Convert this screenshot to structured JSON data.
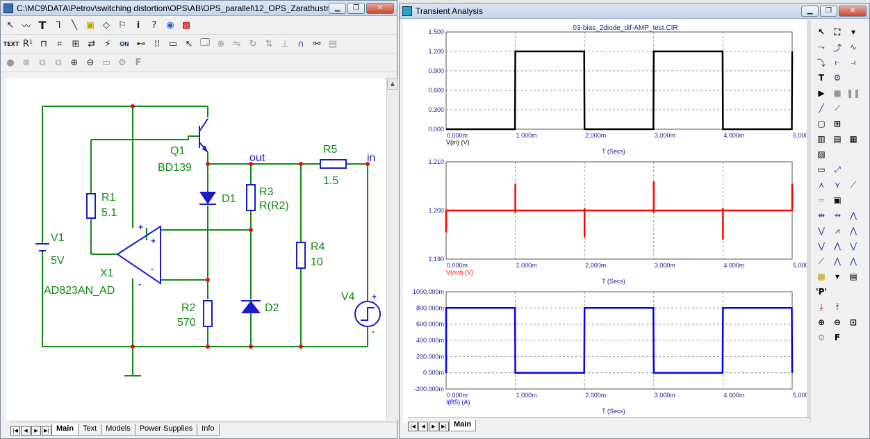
{
  "schematic_window": {
    "title": "C:\\MC9\\DATA\\Petrov\\switching distortion\\OPS\\AB\\OPS_parallel\\12_OPS_Zarathustr...",
    "tabs": [
      "Main",
      "Text",
      "Models",
      "Power Supplies",
      "Info"
    ],
    "toolbar1_text": "TEXT",
    "toolbar1_on": "ON",
    "toolbar1_f": "F",
    "components": {
      "v1_name": "V1",
      "v1_value": "5V",
      "r1_name": "R1",
      "r1_value": "5.1",
      "x1_name": "X1",
      "x1_value": "AD823AN_AD",
      "q1_name": "Q1",
      "q1_value": "BD139",
      "d1_name": "D1",
      "d2_name": "D2",
      "r3_name": "R3",
      "r3_value": "R(R2)",
      "r2_name": "R2",
      "r2_value": "570",
      "r4_name": "R4",
      "r4_value": "10",
      "r5_name": "R5",
      "r5_value": "1.5",
      "v4_name": "V4",
      "node_out": "out",
      "node_in": "in",
      "plus": "+",
      "minus": "-"
    }
  },
  "analysis_window": {
    "title": "Transient Analysis",
    "tab": "Main",
    "plot_title": "03-bias_2diode_dif-AMP_test.CIR",
    "right_tool_p": "'P'",
    "right_tool_t": "T",
    "right_tool_f": "F",
    "colors": {
      "vin": "#000000",
      "vout": "#ff0000",
      "ir5": "#0000ff",
      "label": "#1a1a8c"
    }
  },
  "chart_data": [
    {
      "type": "line",
      "x_ticks": [
        "0.000m",
        "1.000m",
        "2.000m",
        "3.000m",
        "4.000m",
        "5.000m"
      ],
      "y_ticks": [
        "0.000",
        "0.300",
        "0.600",
        "0.900",
        "1.200",
        "1.500"
      ],
      "ylim": [
        0,
        1.5
      ],
      "xlim": [
        0,
        5
      ],
      "xlabel": "T (Secs)",
      "ylabel": "V(in) (V)",
      "series": [
        {
          "name": "V(in) (V)",
          "color": "#000000",
          "x": [
            0,
            0.995,
            1.0,
            1.995,
            2.0,
            2.995,
            3.0,
            3.995,
            4.0,
            4.995,
            5.0
          ],
          "y": [
            0,
            0,
            1.2,
            1.2,
            0,
            0,
            1.2,
            1.2,
            0,
            0,
            1.2
          ]
        }
      ]
    },
    {
      "type": "line",
      "x_ticks": [
        "0.000m",
        "1.000m",
        "2.000m",
        "3.000m",
        "4.000m",
        "5.000m"
      ],
      "y_ticks": [
        "1.190",
        "1.200",
        "1.210"
      ],
      "ylim": [
        1.19,
        1.21
      ],
      "xlim": [
        0,
        5
      ],
      "xlabel": "T (Secs)",
      "ylabel": "V(out) (V)",
      "series": [
        {
          "name": "V(out) (V)",
          "color": "#ff0000",
          "x": [
            0,
            0.0,
            0.0,
            1.0,
            1.0,
            1.0,
            1.0,
            2.0,
            2.0,
            2.0,
            2.0,
            3.0,
            3.0,
            3.0,
            3.0,
            4.0,
            4.0,
            4.0,
            4.0,
            5.0,
            5.0
          ],
          "y": [
            1.1955,
            1.1955,
            1.2,
            1.2,
            1.2055,
            1.1995,
            1.2,
            1.2,
            1.1945,
            1.2005,
            1.2,
            1.2,
            1.206,
            1.1995,
            1.2,
            1.2,
            1.194,
            1.2005,
            1.2,
            1.2,
            1.2055
          ]
        }
      ]
    },
    {
      "type": "line",
      "x_ticks": [
        "0.000m",
        "1.000m",
        "2.000m",
        "3.000m",
        "4.000m",
        "5.000m"
      ],
      "y_ticks": [
        "-200.000m",
        "0.000m",
        "200.000m",
        "400.000m",
        "600.000m",
        "800.000m",
        "1000.000m"
      ],
      "ylim": [
        -200,
        1000
      ],
      "xlim": [
        0,
        5
      ],
      "xlabel": "T (Secs)",
      "ylabel": "I(R5) (A)",
      "series": [
        {
          "name": "I(R5) (A)",
          "color": "#0000ff",
          "x": [
            0,
            0,
            0.995,
            1.0,
            1.995,
            2.0,
            2.995,
            3.0,
            3.995,
            4.0,
            4.995,
            5.0
          ],
          "y": [
            0,
            800,
            800,
            0,
            0,
            800,
            800,
            0,
            0,
            800,
            800,
            0
          ]
        }
      ]
    }
  ]
}
